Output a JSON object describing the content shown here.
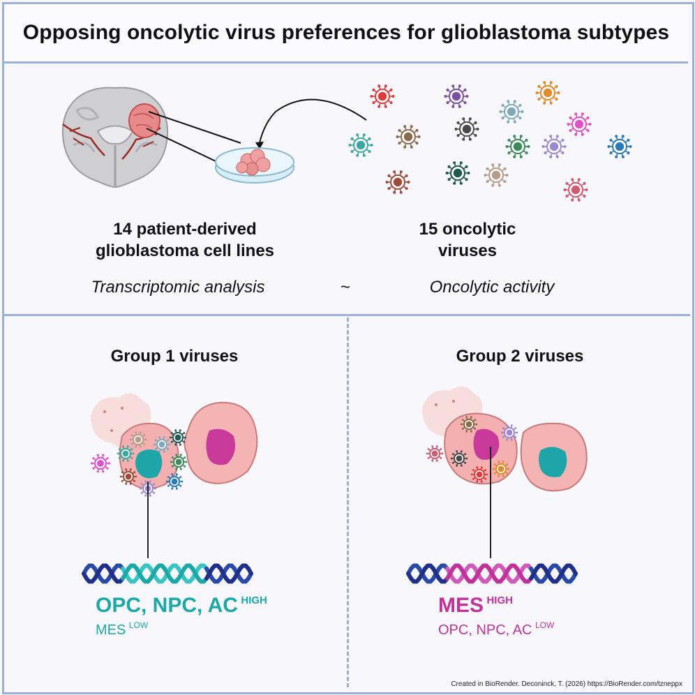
{
  "title": "Opposing oncolytic virus preferences for glioblastoma subtypes",
  "top": {
    "cell_lines_line1": "14 patient-derived",
    "cell_lines_line2": "glioblastoma cell lines",
    "viruses_line1": "15 oncolytic",
    "viruses_line2": "viruses",
    "left_analysis": "Transcriptomic analysis",
    "tilde": "~",
    "right_analysis": "Oncolytic activity"
  },
  "group1": {
    "title": "Group 1 viruses",
    "high_label": "OPC, NPC, AC",
    "high_sup": "HIGH",
    "low_label": "MES",
    "low_sup": "LOW"
  },
  "group2": {
    "title": "Group 2 viruses",
    "high_label": "MES",
    "high_sup": "HIGH",
    "low_label": "OPC, NPC, AC",
    "low_sup": "LOW"
  },
  "credit": "Created in BioRender. Deconinck, T. (2026) https://BioRender.com/tzneppx",
  "colors": {
    "teal": "#1aa8a8",
    "magenta": "#c0329a",
    "border": "#9bb0d8",
    "virus_palette": [
      "#e03a3a",
      "#7a4fa0",
      "#e08a2a",
      "#7fa8b8",
      "#e050c8",
      "#4a4a4a",
      "#8a6a4a",
      "#3aa8a0",
      "#3a8a5a",
      "#9a88d0",
      "#2a7ab8",
      "#1e5a50",
      "#b89a8a",
      "#a04a3a",
      "#d05a70"
    ]
  }
}
